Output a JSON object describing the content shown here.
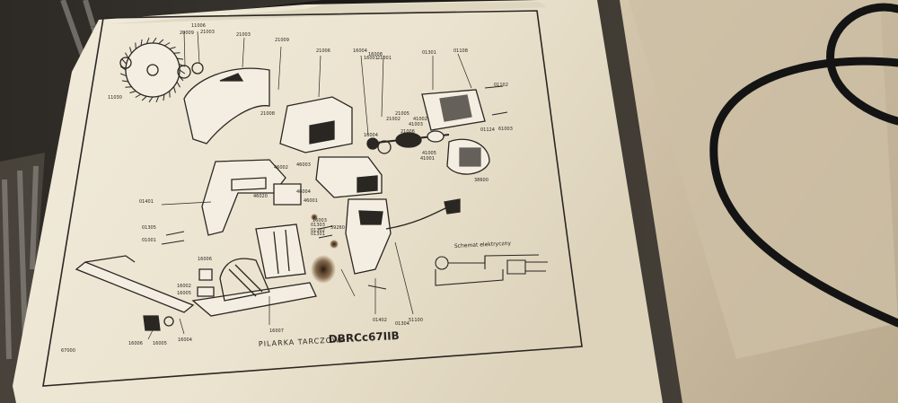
{
  "photo": {
    "subject": "Exploded parts diagram poster of a circular saw"
  },
  "sheet": {
    "title_left": "PILARKA TARCZOWA",
    "title_model": "DBRCc67IIB",
    "schematic_label": "Schemat elektryczny"
  },
  "part_numbers": [
    "11030",
    "11006",
    "20009",
    "21003",
    "21003",
    "21009",
    "21006",
    "16004",
    "16008",
    "16001",
    "21001",
    "21002",
    "21005",
    "21006",
    "16004",
    "41002",
    "41003",
    "41005",
    "41001",
    "01301",
    "01108",
    "01102",
    "01124",
    "61003",
    "38600",
    "21008",
    "46002",
    "46003",
    "46004",
    "46001",
    "46020",
    "01401",
    "01305",
    "01001",
    "16006",
    "16003",
    "16002",
    "16005",
    "16007",
    "16006",
    "16005",
    "16004",
    "01402",
    "01304",
    "51100",
    "67000",
    "01303",
    "01302",
    "01301",
    "39260"
  ],
  "colors": {
    "paper": "#ece5d3",
    "paper_shadow": "#d6ccb4",
    "ink": "#2a2622",
    "background_left": "#3d3933",
    "background_right": "#c9bba2",
    "cable": "#1a1a1a"
  }
}
